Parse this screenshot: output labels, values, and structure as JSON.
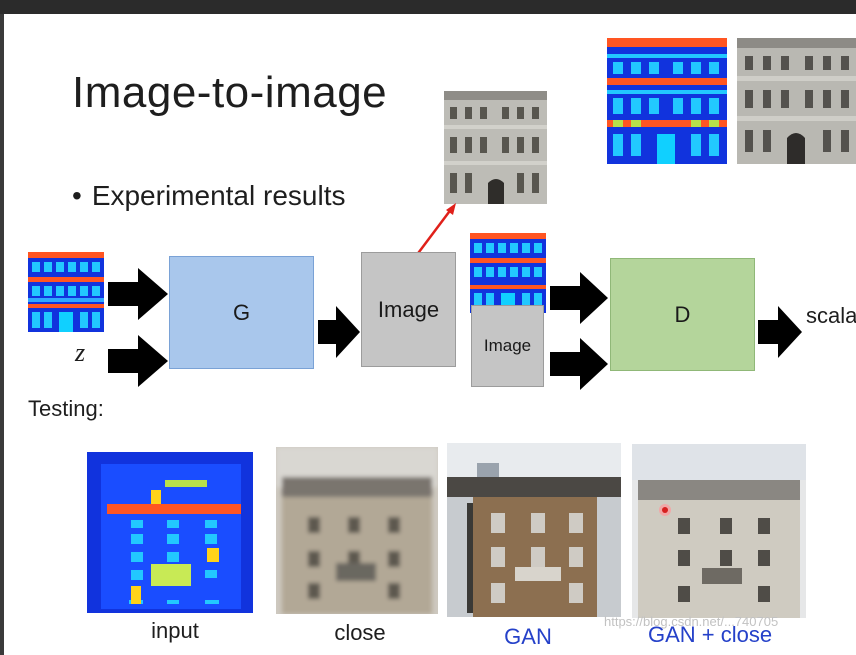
{
  "title": "Image-to-image",
  "bullet": "Experimental results",
  "diagram": {
    "generator_label": "G",
    "image_label": "Image",
    "image_label_small": "Image",
    "discriminator_label": "D",
    "noise_label": "z",
    "output_label": "scala"
  },
  "testing": {
    "heading": "Testing:",
    "captions": {
      "input": "input",
      "close": "close",
      "gan": "GAN",
      "gan_close": "GAN + close"
    },
    "caption_colors": {
      "black": "#1e1e1e",
      "blue": "#2541c9"
    }
  },
  "colors": {
    "generator": "#a9c7ec",
    "image_box": "#c5c5c5",
    "discriminator": "#b4d59b",
    "link_arrow": "#e0201a"
  },
  "watermark": "https://blog.csdn.net/...740705"
}
